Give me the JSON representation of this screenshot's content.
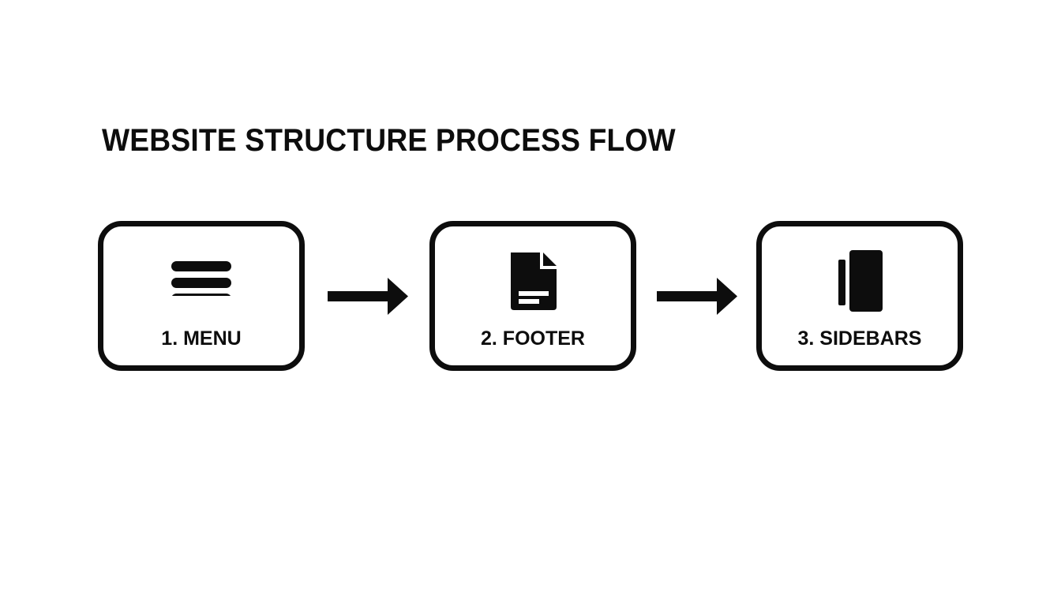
{
  "title": "WEBSITE STRUCTURE PROCESS FLOW",
  "steps": [
    {
      "label": "1. MENU",
      "icon": "hamburger-menu-icon"
    },
    {
      "label": "2. FOOTER",
      "icon": "document-footer-icon"
    },
    {
      "label": "3. SIDEBARS",
      "icon": "sidebar-panel-icon"
    }
  ],
  "connectors": [
    {
      "from": "1. MENU",
      "to": "2. FOOTER",
      "icon": "arrow-right-icon"
    },
    {
      "from": "2. FOOTER",
      "to": "3. SIDEBARS",
      "icon": "arrow-right-icon"
    }
  ],
  "colors": {
    "stroke": "#0d0d0d",
    "background": "#ffffff"
  }
}
